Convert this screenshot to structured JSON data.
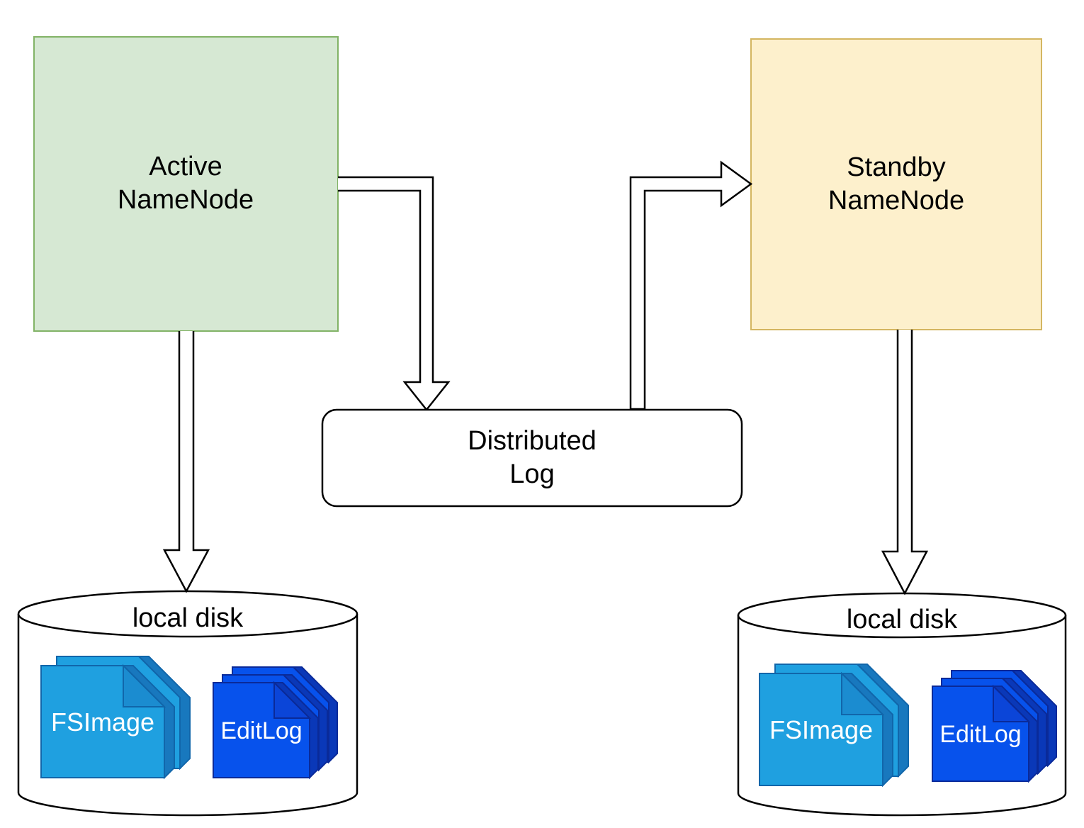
{
  "diagram": {
    "background": "#FFFFFF",
    "nodes": {
      "active_namenode": {
        "line1": "Active",
        "line2": "NameNode",
        "fill": "#D6E8D3",
        "stroke": "#82B366",
        "text_color": "#000000"
      },
      "standby_namenode": {
        "line1": "Standby",
        "line2": "NameNode",
        "fill": "#FDF0CC",
        "stroke": "#D4B661",
        "text_color": "#000000"
      },
      "distributed_log": {
        "line1": "Distributed",
        "line2": "Log",
        "fill": "#FFFFFF",
        "stroke": "#000000",
        "text_color": "#000000"
      },
      "local_disk_left": {
        "label": "local disk",
        "fill": "#FFFFFF",
        "stroke": "#000000",
        "text_color": "#000000"
      },
      "local_disk_right": {
        "label": "local disk",
        "fill": "#FFFFFF",
        "stroke": "#000000",
        "text_color": "#000000"
      }
    },
    "icons": {
      "fsimage_left": {
        "label": "FSImage"
      },
      "editlog_left": {
        "label": "EditLog"
      },
      "fsimage_right": {
        "label": "FSImage"
      },
      "editlog_right": {
        "label": "EditLog"
      },
      "fsimage_colors": {
        "face": "#1FA0E0",
        "fold": "#1B8CD0",
        "side": "#1878BE",
        "stroke": "#1166AA",
        "text": "#FFFFFF"
      },
      "editlog_colors": {
        "face": "#0752EC",
        "fold": "#0B45D8",
        "side": "#0A38B8",
        "stroke": "#0A2A99",
        "text": "#FFFFFF"
      }
    },
    "edge_style": {
      "fill": "#FFFFFF",
      "stroke": "#000000"
    },
    "edges": [
      {
        "from": "active_namenode",
        "to": "local_disk_left",
        "style": "hollow-block-arrow"
      },
      {
        "from": "active_namenode",
        "to": "distributed_log",
        "style": "hollow-block-arrow"
      },
      {
        "from": "distributed_log",
        "to": "standby_namenode",
        "style": "hollow-block-arrow"
      },
      {
        "from": "standby_namenode",
        "to": "local_disk_right",
        "style": "hollow-block-arrow"
      }
    ]
  }
}
